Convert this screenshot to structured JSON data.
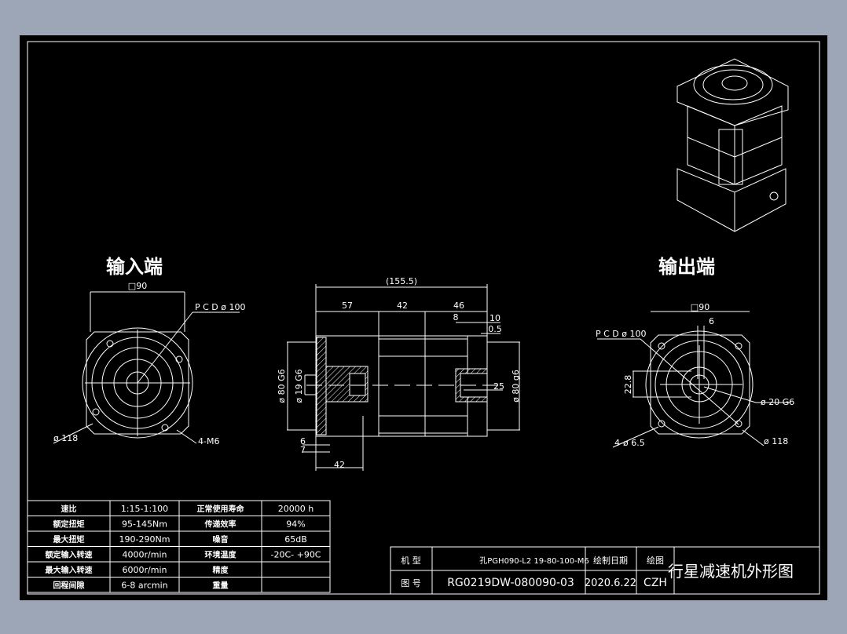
{
  "colors": {
    "background": "#9ca6b6",
    "canvas": "#000000",
    "lines": "#ffffff"
  },
  "views": {
    "input_title": "输入端",
    "output_title": "输出端",
    "input": {
      "square": "□90",
      "pcd": "P C D ø 100",
      "dia": "ø 118",
      "holes": "4-M6"
    },
    "side": {
      "overall": "(155.5)",
      "d1": "57",
      "d2": "42",
      "d3": "46",
      "d4": "8",
      "d5": "10",
      "d6": "0.5",
      "bore_outer": "ø 80 G6",
      "bore_inner": "ø 19 G6",
      "shaft": "ø 80 g6",
      "key": "25",
      "f1": "6",
      "f2": "7",
      "f3": "42"
    },
    "output": {
      "square": "□90",
      "pcd": "P C D ø 100",
      "key": "6",
      "height": "22.8",
      "shaft": "ø 20 G6",
      "holes": "4-ø 6.5",
      "dia": "ø 118"
    }
  },
  "spec_table": [
    [
      "速比",
      "1:15-1:100",
      "正常使用寿命",
      "20000 h"
    ],
    [
      "额定扭矩",
      "95-145Nm",
      "传递效率",
      "94%"
    ],
    [
      "最大扭矩",
      "190-290Nm",
      "噪音",
      "65dB"
    ],
    [
      "额定输入转速",
      "4000r/min",
      "环境温度",
      "-20C- +90C"
    ],
    [
      "最大输入转速",
      "6000r/min",
      "精度",
      ""
    ],
    [
      "回程间隙",
      "6-8 arcmin",
      "重量",
      ""
    ]
  ],
  "title_block": {
    "model_label": "机 型",
    "model_value": "孔PGH090-L2 19-80-100-M6",
    "date_label": "绘制日期",
    "drawer_label": "绘图",
    "drawing_no_label": "图 号",
    "drawing_no_value": "RG0219DW-080090-03",
    "date_value": "2020.6.22",
    "drawer_value": "CZH",
    "title": "行星减速机外形图"
  }
}
